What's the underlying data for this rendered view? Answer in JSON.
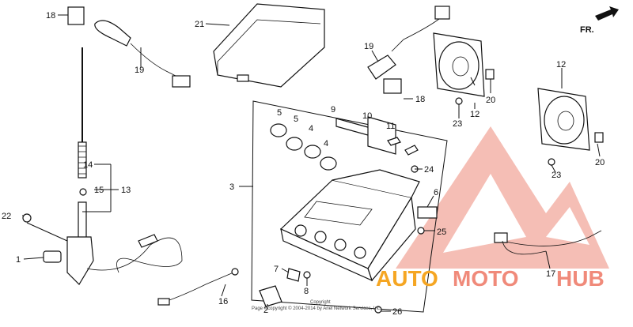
{
  "direction": {
    "label": "FR."
  },
  "watermark": {
    "part1": "AUTO",
    "part2": "MOTO",
    "part3": "HUB",
    "color_main": "#f08a7a",
    "color_accent": "#f5a623"
  },
  "copyright": {
    "line1": "Copyright",
    "line2": "Page ©copyright © 2004-2014 by Ariel Network Services, Inc."
  },
  "callouts": {
    "c1": "1",
    "c2": "2",
    "c3": "3",
    "c4a": "4",
    "c4b": "4",
    "c5a": "5",
    "c5b": "5",
    "c6": "6",
    "c7": "7",
    "c8": "8",
    "c9": "9",
    "c10": "10",
    "c11": "11",
    "c12a": "12",
    "c12b": "12",
    "c13": "13",
    "c14": "14",
    "c15": "15",
    "c16": "16",
    "c17": "17",
    "c18a": "18",
    "c18b": "18",
    "c19a": "19",
    "c19b": "19",
    "c20a": "20",
    "c20b": "20",
    "c21": "21",
    "c22": "22",
    "c23a": "23",
    "c23b": "23",
    "c24": "24",
    "c25": "25",
    "c26": "26"
  }
}
